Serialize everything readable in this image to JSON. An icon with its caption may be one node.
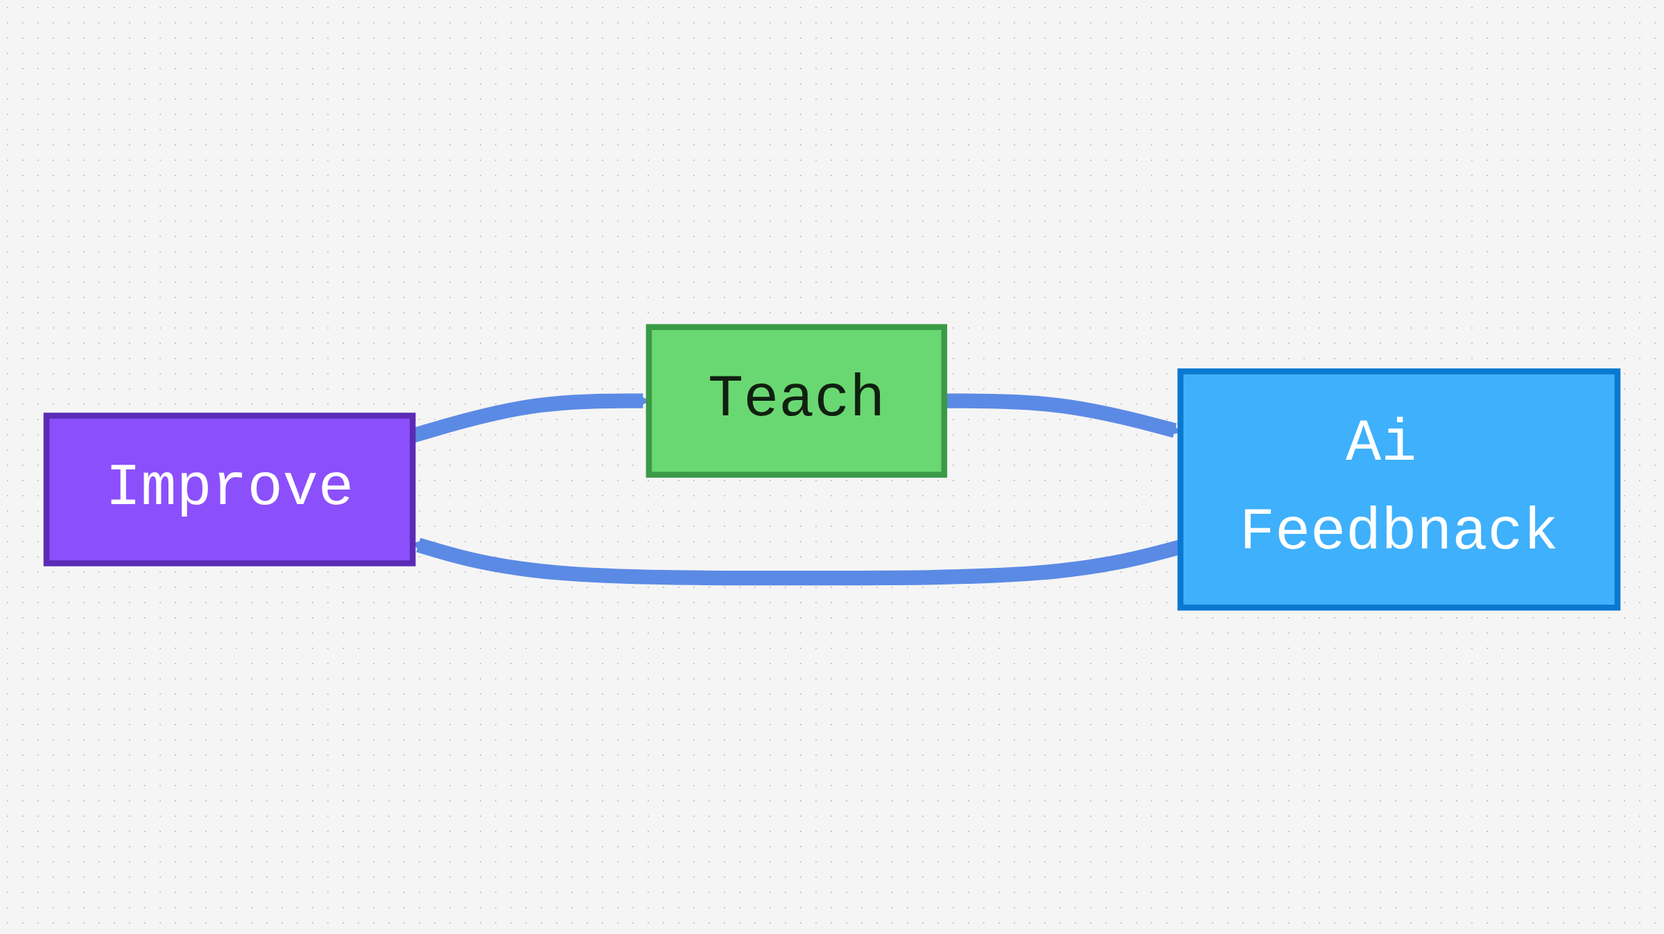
{
  "diagram": {
    "nodes": [
      {
        "text": [
          "Improve"
        ]
      },
      {
        "text": [
          "Teach"
        ]
      },
      {
        "text": [
          "Ai Feedbnack"
        ]
      }
    ],
    "edges": [
      {
        "from": 0,
        "to": 1,
        "arrow": "to"
      },
      {
        "from": 1,
        "to": 2,
        "arrow": "to"
      },
      {
        "from": 2,
        "to": 0,
        "arrow": "to"
      }
    ]
  }
}
